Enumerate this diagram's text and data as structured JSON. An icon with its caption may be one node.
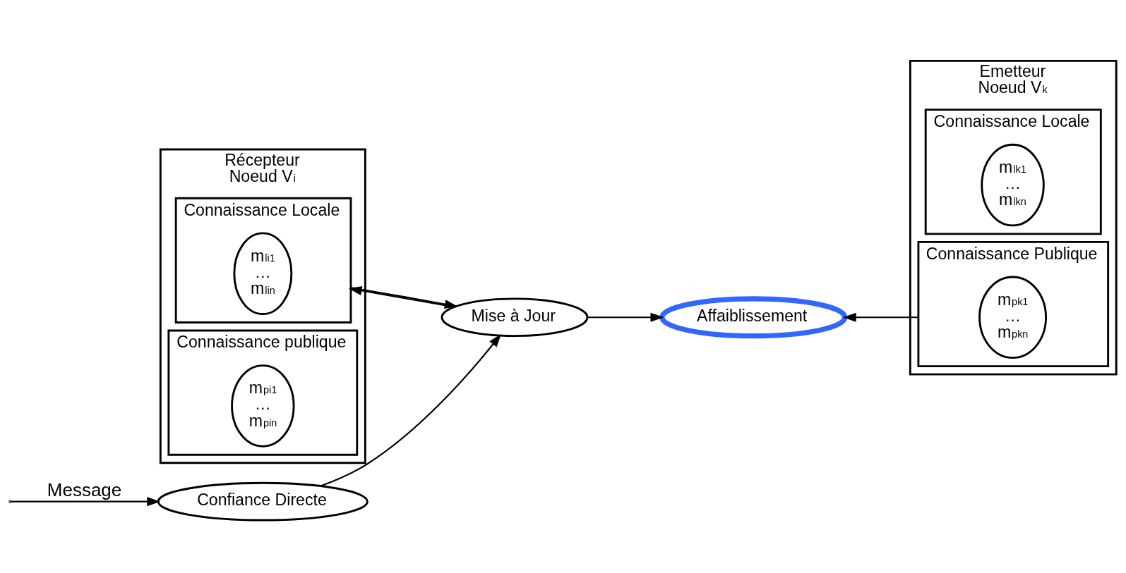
{
  "diagram": {
    "nodes": [
      {
        "text": [
          "Récepteur",
          "Noeud V$_{i}$"
        ]
      },
      {
        "text": [
          "Connaissance Locale"
        ],
        "in": 0
      },
      {
        "text": [
          "m$_{li1}$",
          "…",
          "m$_{lin}$"
        ],
        "in": 1
      },
      {
        "text": [
          "Connaissance publique"
        ],
        "in": 0
      },
      {
        "text": [
          "m$_{pi1}$",
          "…",
          "m$_{pin}$"
        ],
        "in": 3
      },
      {
        "text": [
          "Emetteur",
          "Noeud V$_{k}$"
        ]
      },
      {
        "text": [
          "Connaissance Locale"
        ],
        "in": 5
      },
      {
        "text": [
          "m$_{lk1}$",
          "…",
          "m$_{lkn}$"
        ],
        "in": 6
      },
      {
        "text": [
          "Connaissance Publique"
        ],
        "in": 5
      },
      {
        "text": [
          "m$_{pk1}$",
          "…",
          "m$_{pkn}$"
        ],
        "in": 8
      },
      {
        "text": [
          "Confiance Directe"
        ]
      },
      {
        "text": [
          "Mise à Jour"
        ]
      },
      {
        "text": [
          "Affaiblissement"
        ]
      }
    ],
    "edges": [
      {
        "from": null,
        "to": 10,
        "arrow": "to",
        "label": "Message"
      },
      {
        "from": 1,
        "to": 11,
        "arrow": "to"
      },
      {
        "from": 10,
        "to": 11,
        "arrow": "to"
      },
      {
        "from": 11,
        "to": 1,
        "arrow": "to"
      },
      {
        "from": 11,
        "to": 12,
        "arrow": "to"
      },
      {
        "from": 8,
        "to": 12,
        "arrow": "to"
      }
    ]
  }
}
